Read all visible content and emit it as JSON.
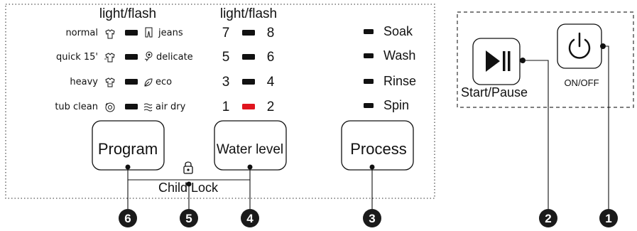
{
  "program_panel": {
    "heading": "light/flash",
    "rows": [
      {
        "left": "normal",
        "right": "jeans",
        "left_icon": "tshirt-icon",
        "right_icon": "jeans-icon"
      },
      {
        "left": "quick 15'",
        "right": "delicate",
        "left_icon": "quick-shirt-icon",
        "right_icon": "flower-icon"
      },
      {
        "left": "heavy",
        "right": "eco",
        "left_icon": "heavy-shirt-icon",
        "right_icon": "leaf-icon"
      },
      {
        "left": "tub clean",
        "right": "air dry",
        "left_icon": "tub-clean-icon",
        "right_icon": "air-dry-icon"
      }
    ],
    "button_label": "Program"
  },
  "water_panel": {
    "heading": "light/flash",
    "rows": [
      {
        "left": "7",
        "right": "8",
        "indicator": "dark"
      },
      {
        "left": "5",
        "right": "6",
        "indicator": "dark"
      },
      {
        "left": "3",
        "right": "4",
        "indicator": "dark"
      },
      {
        "left": "1",
        "right": "2",
        "indicator": "red"
      }
    ],
    "button_label": "Water level"
  },
  "process_panel": {
    "items": [
      "Soak",
      "Wash",
      "Rinse",
      "Spin"
    ],
    "button_label": "Process"
  },
  "child_lock": {
    "label": "Child Lock",
    "icon": "lock-icon"
  },
  "right_panel": {
    "start_pause_label": "Start/Pause",
    "start_pause_icon": "play-pause-icon",
    "power_label": "ON/OFF",
    "power_icon": "power-icon"
  },
  "callouts": [
    "6",
    "5",
    "4",
    "3",
    "2",
    "1"
  ],
  "colors": {
    "indicator_dark": "#111111",
    "indicator_red": "#e0141e",
    "callout_fill": "#1a1a1a"
  }
}
